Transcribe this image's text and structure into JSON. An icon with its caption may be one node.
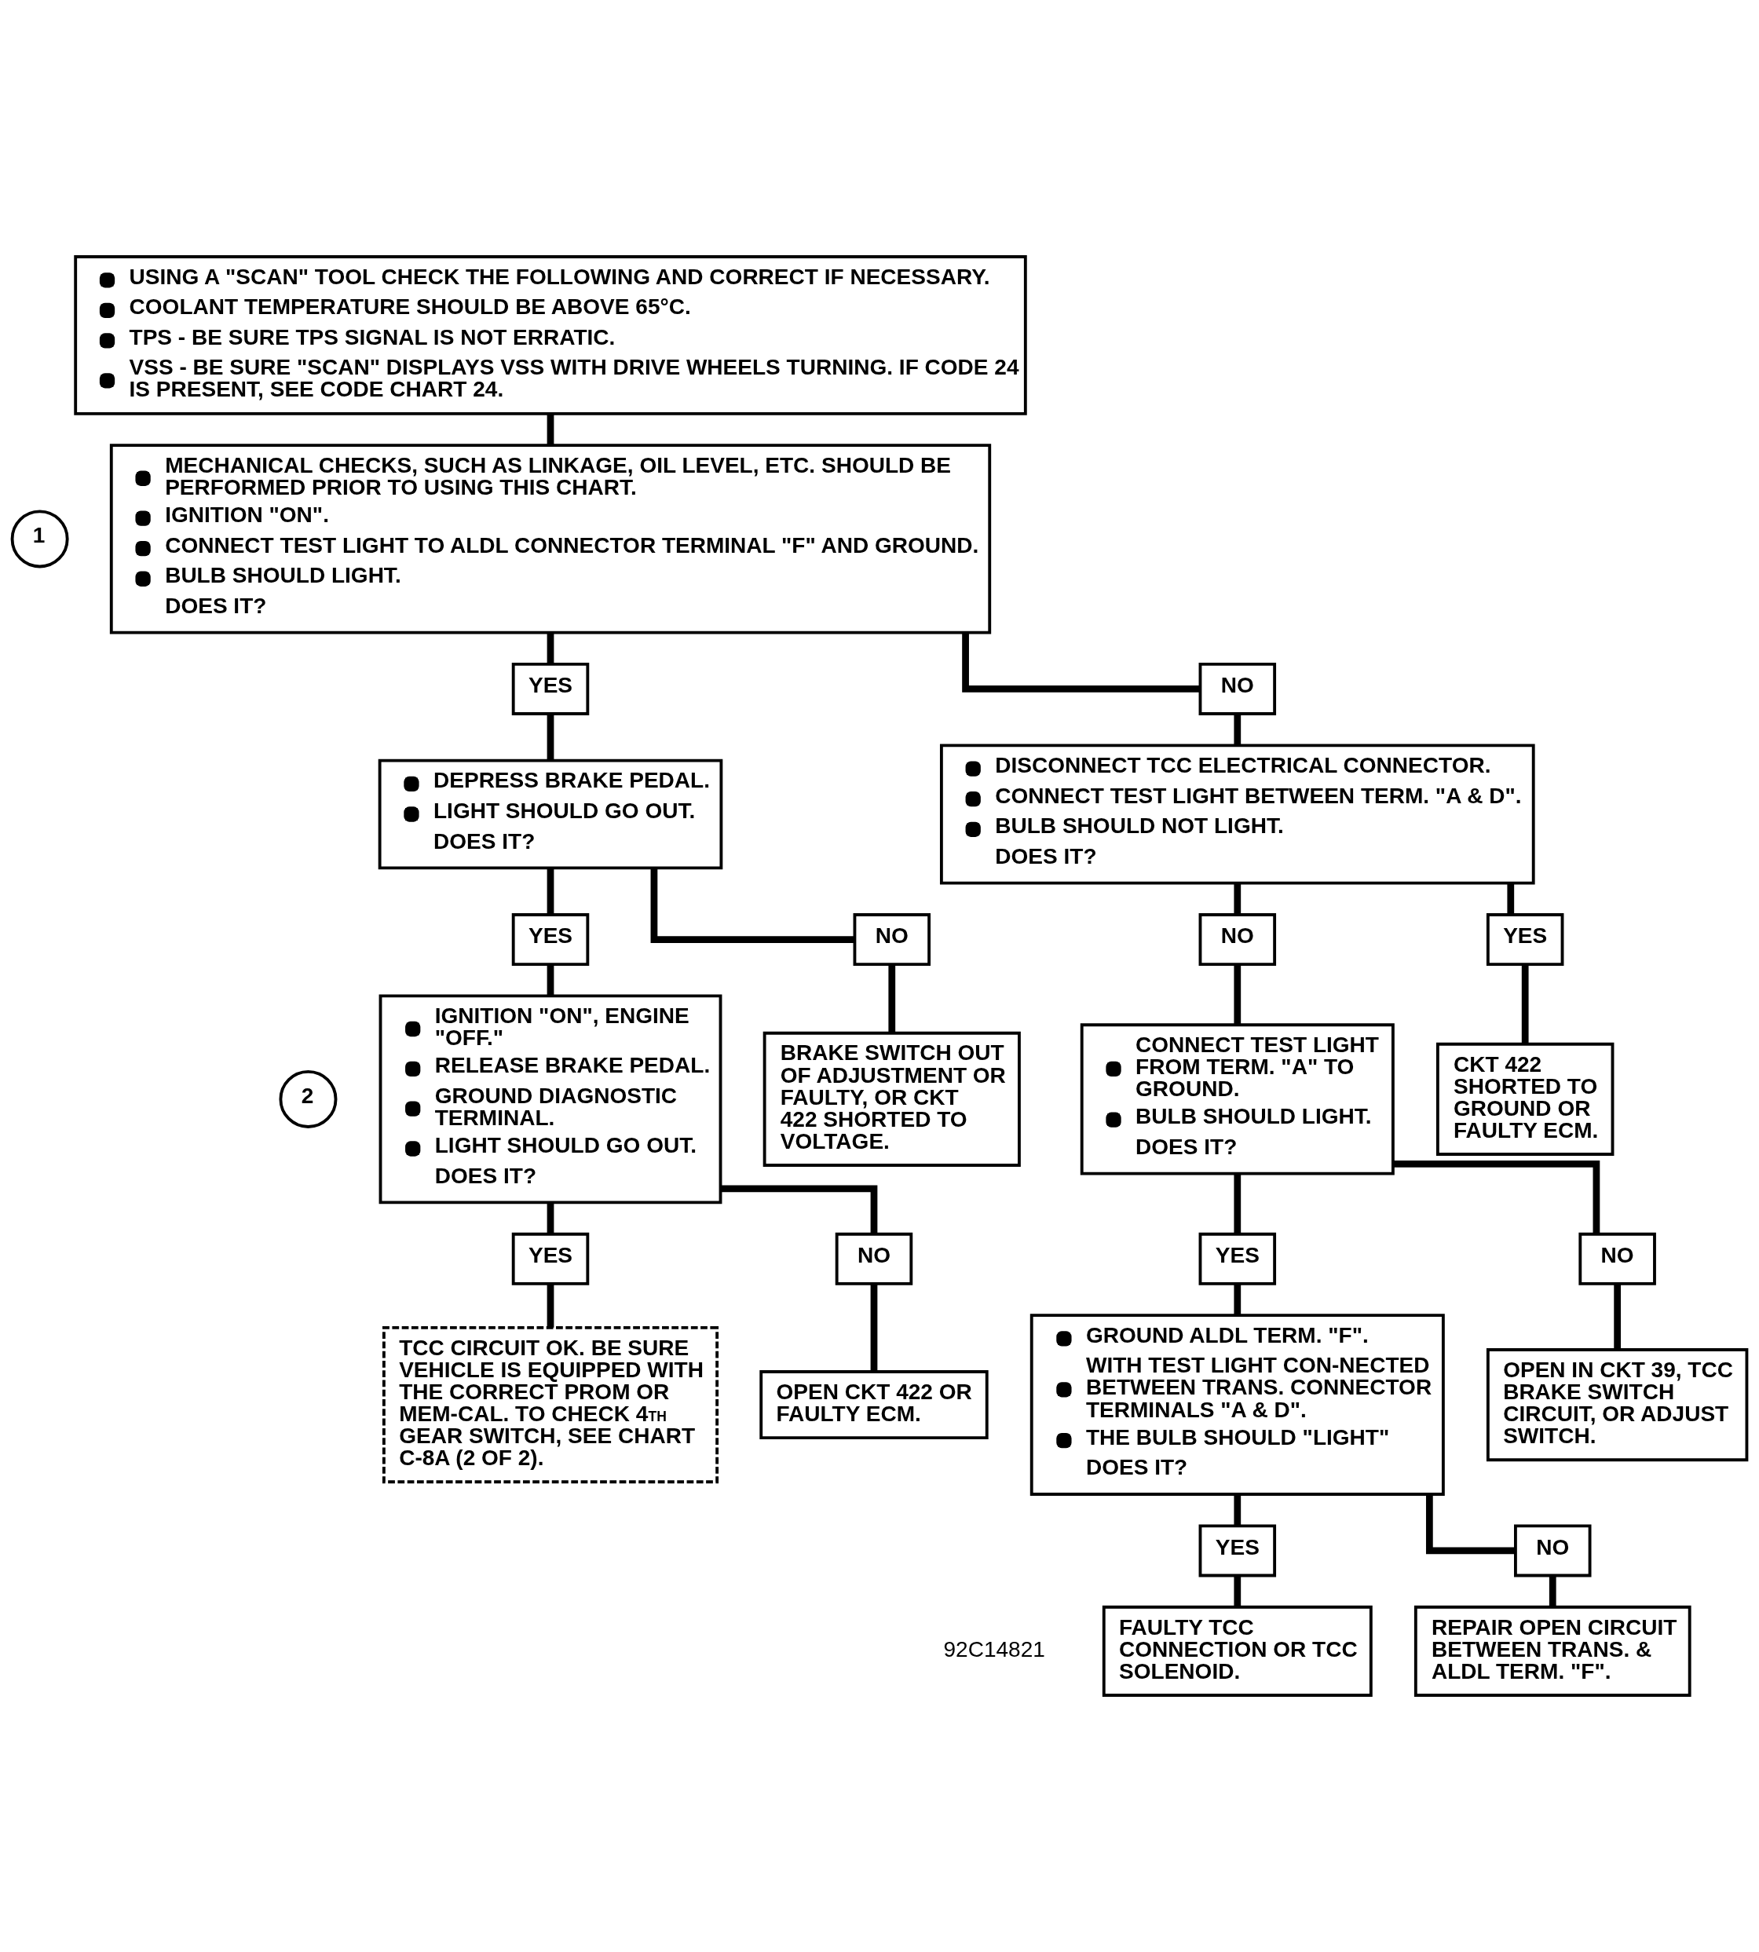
{
  "diagram": {
    "nodes": [
      {
        "text": [
          "USING A \"SCAN\" TOOL CHECK THE FOLLOWING AND CORRECT IF NECESSARY.",
          "COOLANT TEMPERATURE SHOULD BE ABOVE 65°C.",
          "TPS - BE SURE TPS SIGNAL IS NOT ERRATIC.",
          "VSS - BE SURE \"SCAN\" DISPLAYS VSS WITH DRIVE WHEELS TURNING. IF CODE 24 IS PRESENT, SEE CODE CHART 24."
        ]
      },
      {
        "text": [
          "1"
        ]
      },
      {
        "text": [
          "MECHANICAL CHECKS, SUCH AS LINKAGE, OIL LEVEL, ETC. SHOULD BE PERFORMED PRIOR TO USING THIS CHART.",
          "IGNITION \"ON\".",
          "CONNECT TEST LIGHT TO ALDL CONNECTOR TERMINAL \"F\" AND GROUND.",
          "BULB SHOULD LIGHT.",
          "DOES IT?"
        ]
      },
      {
        "text": [
          "YES"
        ]
      },
      {
        "text": [
          "NO"
        ]
      },
      {
        "text": [
          "DEPRESS BRAKE PEDAL.",
          "LIGHT SHOULD GO OUT.",
          "DOES IT?"
        ]
      },
      {
        "text": [
          "DISCONNECT TCC ELECTRICAL CONNECTOR.",
          "CONNECT TEST LIGHT BETWEEN TERM. \"A & D\".",
          "BULB SHOULD NOT LIGHT.",
          "DOES IT?"
        ]
      },
      {
        "text": [
          "YES"
        ]
      },
      {
        "text": [
          "NO"
        ]
      },
      {
        "text": [
          "NO"
        ]
      },
      {
        "text": [
          "YES"
        ]
      },
      {
        "text": [
          "2"
        ]
      },
      {
        "text": [
          "IGNITION \"ON\", ENGINE \"OFF.\"",
          "RELEASE BRAKE PEDAL.",
          "GROUND DIAGNOSTIC TERMINAL.",
          "LIGHT SHOULD GO OUT.",
          "DOES IT?"
        ]
      },
      {
        "text": [
          "BRAKE SWITCH OUT OF ADJUSTMENT OR FAULTY, OR CKT 422 SHORTED TO VOLTAGE."
        ]
      },
      {
        "text": [
          "CONNECT TEST LIGHT FROM TERM. \"A\" TO GROUND.",
          "BULB SHOULD LIGHT.",
          "DOES IT?"
        ]
      },
      {
        "text": [
          "CKT 422 SHORTED TO GROUND OR FAULTY ECM."
        ]
      },
      {
        "text": [
          "YES"
        ]
      },
      {
        "text": [
          "NO"
        ]
      },
      {
        "text": [
          "YES"
        ]
      },
      {
        "text": [
          "NO"
        ]
      },
      {
        "text": [
          "TCC CIRCUIT OK. BE SURE VEHICLE IS EQUIPPED WITH THE CORRECT PROM OR MEM-CAL. TO CHECK 4$^{TH}$ GEAR SWITCH, SEE CHART C-8A (2 OF 2)."
        ]
      },
      {
        "text": [
          "OPEN CKT 422 OR FAULTY ECM."
        ]
      },
      {
        "text": [
          "GROUND ALDL TERM. \"F\".",
          "WITH TEST LIGHT CON-NECTED BETWEEN TRANS. CONNECTOR TERMINALS \"A & D\".",
          "THE BULB SHOULD \"LIGHT\"",
          "DOES IT?"
        ]
      },
      {
        "text": [
          "OPEN IN CKT 39, TCC BRAKE SWITCH CIRCUIT, OR ADJUST SWITCH."
        ]
      },
      {
        "text": [
          "YES"
        ]
      },
      {
        "text": [
          "NO"
        ]
      },
      {
        "text": [
          "FAULTY TCC CONNECTION OR TCC SOLENOID."
        ]
      },
      {
        "text": [
          "REPAIR OPEN CIRCUIT BETWEEN TRANS. & ALDL TERM. \"F\"."
        ]
      }
    ],
    "edges": [
      {
        "from": 0,
        "to": 2,
        "arrow": "none"
      },
      {
        "from": 2,
        "to": 3,
        "arrow": "none"
      },
      {
        "from": 2,
        "to": 4,
        "arrow": "none"
      },
      {
        "from": 3,
        "to": 5,
        "arrow": "none"
      },
      {
        "from": 4,
        "to": 6,
        "arrow": "none"
      },
      {
        "from": 5,
        "to": 7,
        "arrow": "none"
      },
      {
        "from": 5,
        "to": 8,
        "arrow": "none"
      },
      {
        "from": 6,
        "to": 9,
        "arrow": "none"
      },
      {
        "from": 6,
        "to": 10,
        "arrow": "none"
      },
      {
        "from": 7,
        "to": 12,
        "arrow": "none"
      },
      {
        "from": 8,
        "to": 13,
        "arrow": "none"
      },
      {
        "from": 9,
        "to": 14,
        "arrow": "none"
      },
      {
        "from": 10,
        "to": 15,
        "arrow": "none"
      },
      {
        "from": 12,
        "to": 16,
        "arrow": "none"
      },
      {
        "from": 12,
        "to": 17,
        "arrow": "none"
      },
      {
        "from": 14,
        "to": 18,
        "arrow": "none"
      },
      {
        "from": 14,
        "to": 19,
        "arrow": "none"
      },
      {
        "from": 16,
        "to": 20,
        "arrow": "none"
      },
      {
        "from": 17,
        "to": 21,
        "arrow": "none"
      },
      {
        "from": 18,
        "to": 22,
        "arrow": "none"
      },
      {
        "from": 19,
        "to": 23,
        "arrow": "none"
      },
      {
        "from": 22,
        "to": 24,
        "arrow": "none"
      },
      {
        "from": 22,
        "to": 25,
        "arrow": "none"
      },
      {
        "from": 24,
        "to": 26,
        "arrow": "none"
      },
      {
        "from": 25,
        "to": 27,
        "arrow": "none"
      }
    ],
    "labels": [
      "92C14821"
    ]
  }
}
